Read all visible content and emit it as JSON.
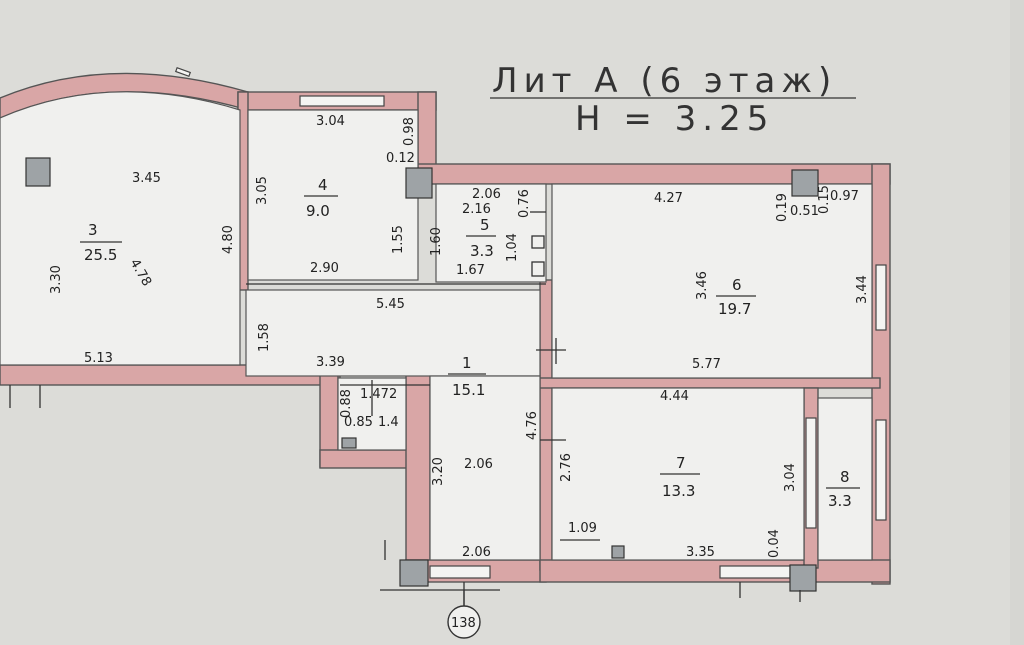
{
  "header": {
    "title": "Лит А (6 этаж)",
    "height": "Н = 3.25"
  },
  "marker": "138",
  "rooms": [
    {
      "number": "1",
      "area": "15.1"
    },
    {
      "number": "3",
      "area": "25.5"
    },
    {
      "number": "4",
      "area": "9.0"
    },
    {
      "number": "5",
      "area": "3.3"
    },
    {
      "number": "6",
      "area": "19.7"
    },
    {
      "number": "7",
      "area": "13.3"
    },
    {
      "number": "8",
      "area": "3.3"
    }
  ],
  "bath_area": "1.4",
  "dimensions": [
    "3.04",
    "0.98",
    "0.12",
    "3.45",
    "3.05",
    "4.80",
    "3.30",
    "4.78",
    "2.90",
    "5.13",
    "1.55",
    "1.60",
    "2.06",
    "2.16",
    "0.76",
    "1.04",
    "1.67",
    "4.27",
    "0.19",
    "0.51",
    "0.15",
    "0.97",
    "3.46",
    "3.44",
    "5.77",
    "5.45",
    "1.58",
    "3.39",
    "1.472",
    "0.88",
    "0.85",
    "3.20",
    "2.06",
    "4.76",
    "2.76",
    "2.06",
    "4.44",
    "3.04",
    "1.09",
    "3.35",
    "0.04"
  ]
}
